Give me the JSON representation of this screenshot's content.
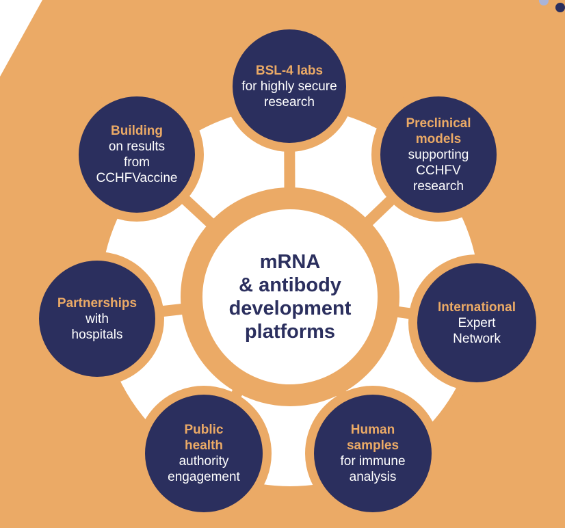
{
  "colors": {
    "accent": "#ebaa66",
    "navy": "#2b2f5e",
    "ring_fill": "#ffffff",
    "deco_light": "#aab4d9"
  },
  "center": {
    "label": "mRNA\n& antibody\ndevelopment\nplatforms"
  },
  "nodes": [
    {
      "id": "bsl4",
      "title": "BSL-4 labs",
      "body": "for highly secure\nresearch"
    },
    {
      "id": "preclinical",
      "title": "Preclinical\nmodels",
      "body": "supporting\nCCHFV\nresearch"
    },
    {
      "id": "international",
      "title": "International",
      "body": "Expert\nNetwork"
    },
    {
      "id": "human",
      "title": "Human\nsamples",
      "body": "for immune\nanalysis"
    },
    {
      "id": "public-health",
      "title": "Public\nhealth",
      "body": "authority\nengagement"
    },
    {
      "id": "partnerships",
      "title": "Partnerships",
      "body": "with\nhospitals"
    },
    {
      "id": "building",
      "title": "Building",
      "body": "on results\nfrom\nCCHFVaccine"
    }
  ]
}
